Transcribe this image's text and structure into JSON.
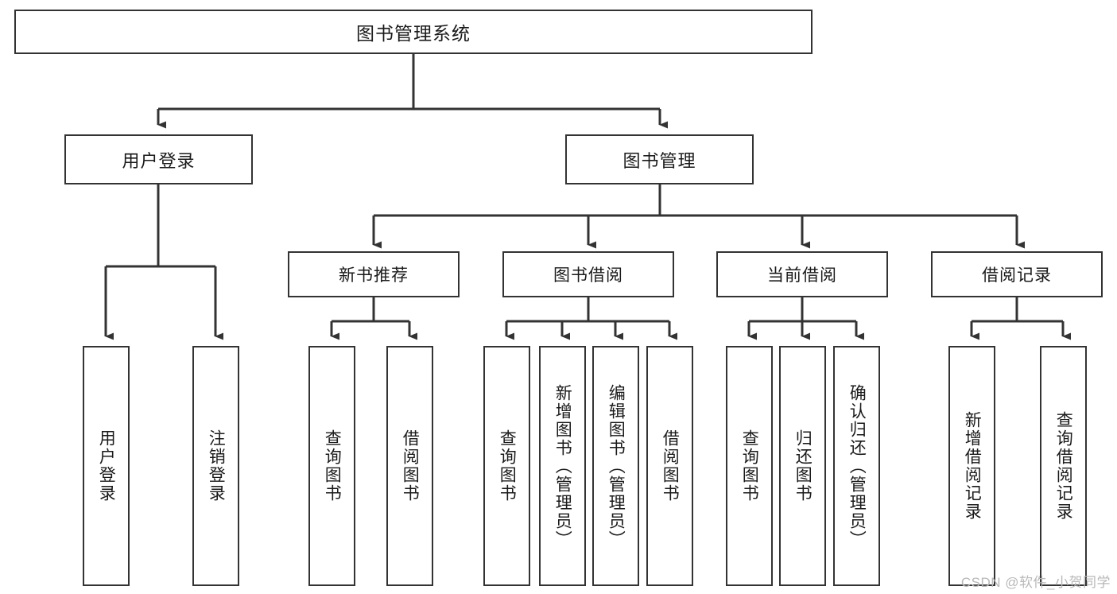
{
  "diagram": {
    "title": "图书管理系统",
    "type": "tree",
    "watermark": "CSDN @软件_小贺同学",
    "colors": {
      "stroke": "#333333",
      "fill": "#ffffff",
      "text": "#1a1a1a",
      "watermark": "#b8b8b8"
    }
  },
  "nodes": {
    "root": {
      "label": "图书管理系统"
    },
    "level2": [
      {
        "label": "用户登录"
      },
      {
        "label": "图书管理"
      }
    ],
    "level3": [
      {
        "label": "新书推荐"
      },
      {
        "label": "图书借阅"
      },
      {
        "label": "当前借阅"
      },
      {
        "label": "借阅记录"
      }
    ],
    "leaves": {
      "user_login": [
        {
          "label": "用户登录"
        },
        {
          "label": "注销登录"
        }
      ],
      "new_book_recommend": [
        {
          "label": "查询图书"
        },
        {
          "label": "借阅图书"
        }
      ],
      "book_borrow": [
        {
          "label": "查询图书"
        },
        {
          "label": "新增图书（管理员）"
        },
        {
          "label": "编辑图书（管理员）"
        },
        {
          "label": "借阅图书"
        }
      ],
      "current_borrow": [
        {
          "label": "查询图书"
        },
        {
          "label": "归还图书"
        },
        {
          "label": "确认归还（管理员）"
        }
      ],
      "borrow_record": [
        {
          "label": "新增借阅记录"
        },
        {
          "label": "查询借阅记录"
        }
      ]
    }
  },
  "chart_data": {
    "type": "tree",
    "title": "图书管理系统",
    "edges": [
      {
        "from": "图书管理系统",
        "to": "用户登录"
      },
      {
        "from": "图书管理系统",
        "to": "图书管理"
      },
      {
        "from": "用户登录",
        "to": "用户登录"
      },
      {
        "from": "用户登录",
        "to": "注销登录"
      },
      {
        "from": "图书管理",
        "to": "新书推荐"
      },
      {
        "from": "图书管理",
        "to": "图书借阅"
      },
      {
        "from": "图书管理",
        "to": "当前借阅"
      },
      {
        "from": "图书管理",
        "to": "借阅记录"
      },
      {
        "from": "新书推荐",
        "to": "查询图书"
      },
      {
        "from": "新书推荐",
        "to": "借阅图书"
      },
      {
        "from": "图书借阅",
        "to": "查询图书"
      },
      {
        "from": "图书借阅",
        "to": "新增图书（管理员）"
      },
      {
        "from": "图书借阅",
        "to": "编辑图书（管理员）"
      },
      {
        "from": "图书借阅",
        "to": "借阅图书"
      },
      {
        "from": "当前借阅",
        "to": "查询图书"
      },
      {
        "from": "当前借阅",
        "to": "归还图书"
      },
      {
        "from": "当前借阅",
        "to": "确认归还（管理员）"
      },
      {
        "from": "借阅记录",
        "to": "新增借阅记录"
      },
      {
        "from": "借阅记录",
        "to": "查询借阅记录"
      }
    ]
  }
}
